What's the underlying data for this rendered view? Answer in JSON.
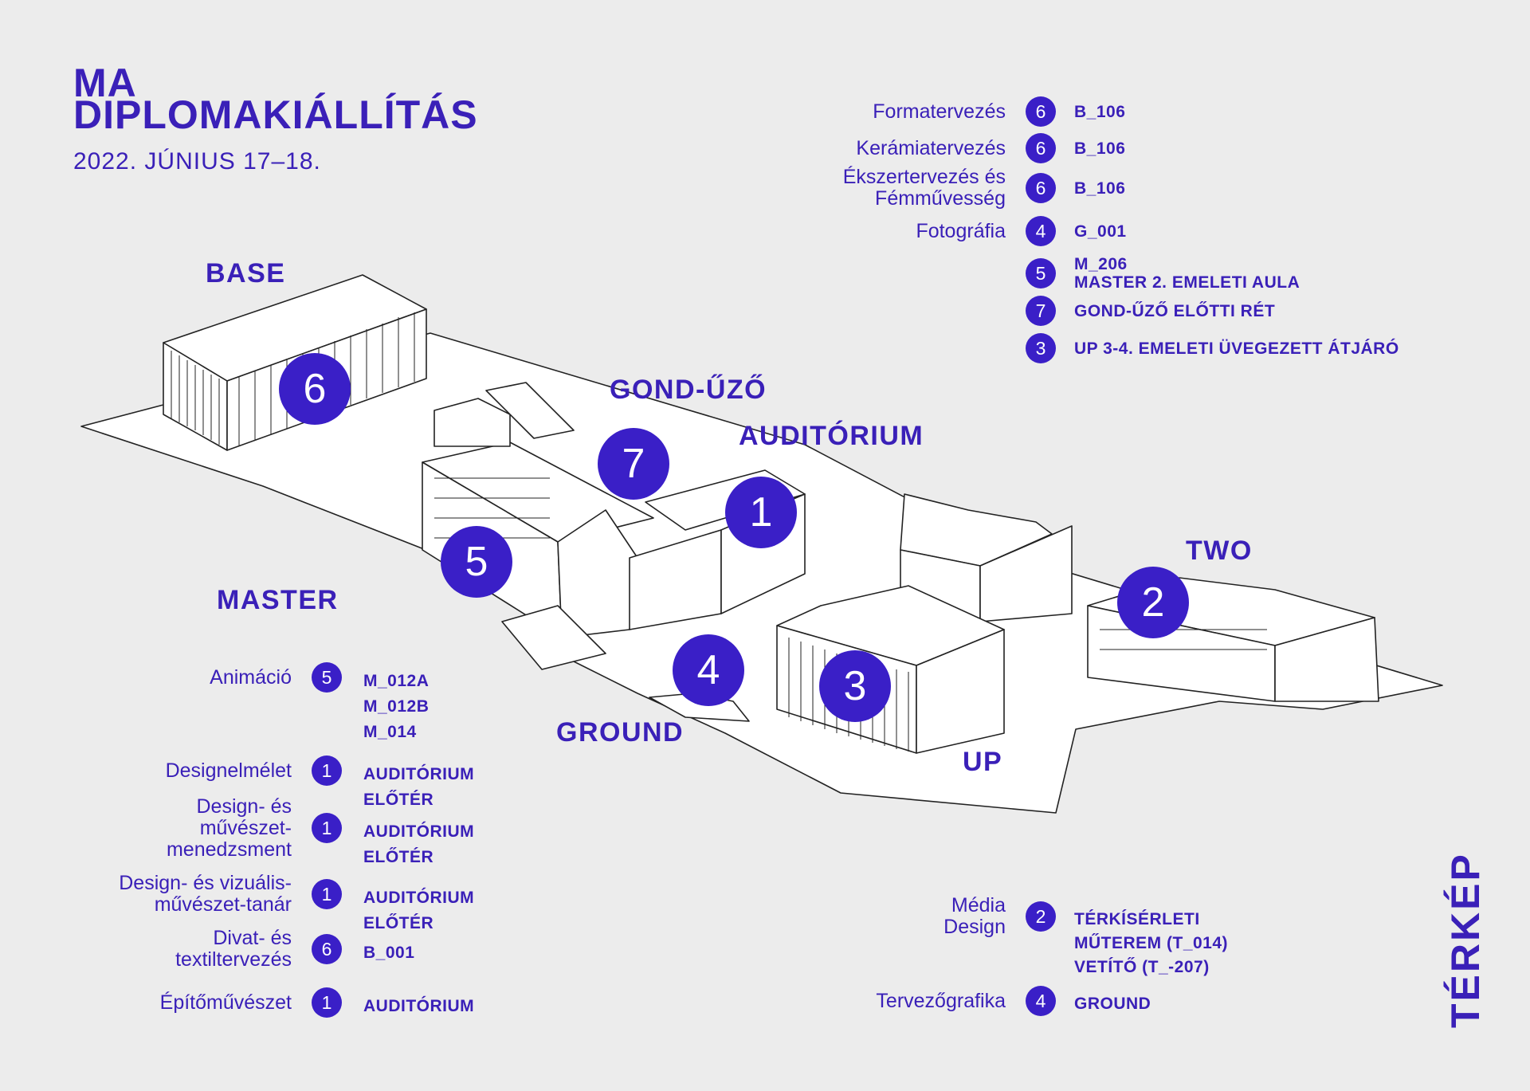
{
  "header": {
    "title_line1": "MA",
    "title_line2": "DIPLOMAKIÁLLÍTÁS",
    "date": "2022. JÚNIUS 17–18."
  },
  "buildings": [
    {
      "id": "base",
      "label": "BASE"
    },
    {
      "id": "gond",
      "label": "GOND-ŰZŐ"
    },
    {
      "id": "auditorium",
      "label": "AUDITÓRIUM"
    },
    {
      "id": "master",
      "label": "MASTER"
    },
    {
      "id": "two",
      "label": "TWO"
    },
    {
      "id": "ground",
      "label": "GROUND"
    },
    {
      "id": "up",
      "label": "UP"
    }
  ],
  "markers": [
    {
      "id": "m6",
      "number": "6"
    },
    {
      "id": "m7",
      "number": "7"
    },
    {
      "id": "m1",
      "number": "1"
    },
    {
      "id": "m5",
      "number": "5"
    },
    {
      "id": "m2",
      "number": "2"
    },
    {
      "id": "m4",
      "number": "4"
    },
    {
      "id": "m3",
      "number": "3"
    }
  ],
  "legend_right_top": [
    {
      "label": "Formatervezés",
      "number": "6",
      "room": "B_106"
    },
    {
      "label": "Kerámiatervezés",
      "number": "6",
      "room": "B_106"
    },
    {
      "label": "Ékszertervezés és\nFémművesség",
      "number": "6",
      "room": "B_106"
    },
    {
      "label": "Fotográfia",
      "number": "4",
      "room": "G_001"
    },
    {
      "label": "",
      "number": "5",
      "room": "M_206\nMASTER 2. EMELETI AULA"
    },
    {
      "label": "",
      "number": "7",
      "room": "GOND-ŰZŐ ELŐTTI RÉT"
    },
    {
      "label": "",
      "number": "3",
      "room": "UP 3-4. EMELETI ÜVEGEZETT ÁTJÁRÓ"
    }
  ],
  "legend_left": [
    {
      "label": "Animáció",
      "number": "5",
      "room": "M_012A\nM_012B\nM_014"
    },
    {
      "label": "Designelmélet",
      "number": "1",
      "room": "AUDITÓRIUM\nELŐTÉR"
    },
    {
      "label": "Design- és\nművészet-\nmenedzsment",
      "number": "1",
      "room": "AUDITÓRIUM\nELŐTÉR"
    },
    {
      "label": "Design- és vizuális-\nművészet-tanár",
      "number": "1",
      "room": "AUDITÓRIUM\nELŐTÉR"
    },
    {
      "label": "Divat- és\ntextiltervezés",
      "number": "6",
      "room": "B_001"
    },
    {
      "label": "Építőművészet",
      "number": "1",
      "room": "AUDITÓRIUM"
    }
  ],
  "legend_right_bottom": [
    {
      "label": "Média\nDesign",
      "number": "2",
      "room": "TÉRKÍSÉRLETI\nMŰTEREM (T_014)\nVETÍTŐ (T_-207)"
    },
    {
      "label": "Tervezőgrafika",
      "number": "4",
      "room": "GROUND"
    }
  ],
  "side_title": "TÉRKÉP",
  "colors": {
    "accent": "#3a1fc7",
    "text": "#3a20b8",
    "background": "#ececec",
    "line": "#222222"
  }
}
